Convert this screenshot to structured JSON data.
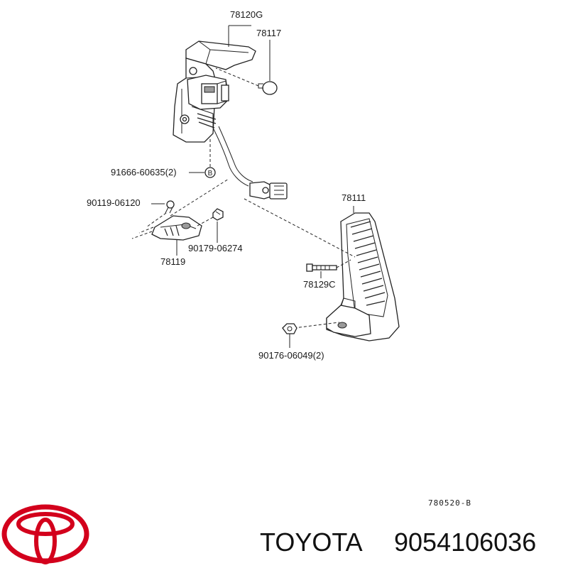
{
  "callouts": {
    "c78120g": "78120G",
    "c78117": "78117",
    "c91666": "91666-60635(2)",
    "c91666_marker": "B",
    "c90119": "90119-06120",
    "c90179": "90179-06274",
    "c78119": "78119",
    "c78111": "78111",
    "c78129c": "78129C",
    "c90176": "90176-06049(2)"
  },
  "diagram_ref": "780520-B",
  "footer": {
    "brand": "TOYOTA",
    "part_number": "9054106036",
    "logo_color": "#d3001c"
  }
}
